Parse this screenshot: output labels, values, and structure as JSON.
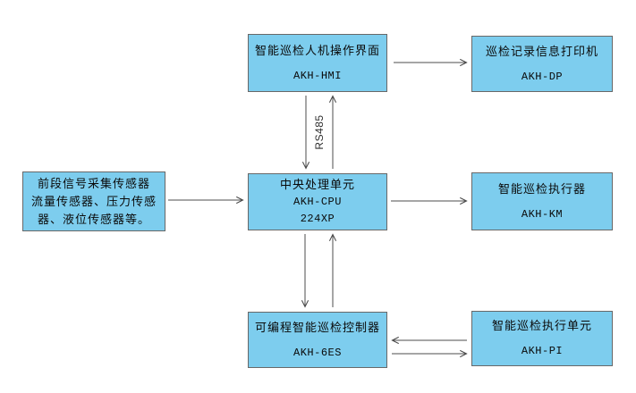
{
  "diagram": {
    "boxes": {
      "hmi": {
        "lines": [
          "智能巡检人机操作界面",
          "AKH-HMI"
        ]
      },
      "dp": {
        "lines": [
          "巡检记录信息打印机",
          "AKH-DP"
        ]
      },
      "sensor": {
        "lines": [
          "前段信号采集传感器",
          "流量传感器、压力传感",
          "器、液位传感器等。"
        ]
      },
      "cpu": {
        "lines": [
          "中央处理单元",
          "AKH-CPU",
          "224XP"
        ]
      },
      "km": {
        "lines": [
          "智能巡检执行器",
          "AKH-KM"
        ]
      },
      "plc": {
        "lines": [
          "可编程智能巡检控制器",
          "AKH-6ES"
        ]
      },
      "pi": {
        "lines": [
          "智能巡检执行单元",
          "AKH-PI"
        ]
      }
    },
    "labels": {
      "rs485": "RS485"
    },
    "connections": [
      {
        "from": "hmi",
        "to": "dp",
        "type": "one-way"
      },
      {
        "from": "hmi",
        "to": "cpu",
        "type": "two-way",
        "label": "RS485"
      },
      {
        "from": "sensor",
        "to": "cpu",
        "type": "one-way"
      },
      {
        "from": "cpu",
        "to": "km",
        "type": "one-way"
      },
      {
        "from": "cpu",
        "to": "plc",
        "type": "two-way"
      },
      {
        "from": "plc",
        "to": "pi",
        "type": "two-way"
      }
    ],
    "colors": {
      "box_fill": "#7dcdee",
      "box_border": "#686868",
      "arrow": "#4d4d4d",
      "background": "#ffffff"
    }
  }
}
